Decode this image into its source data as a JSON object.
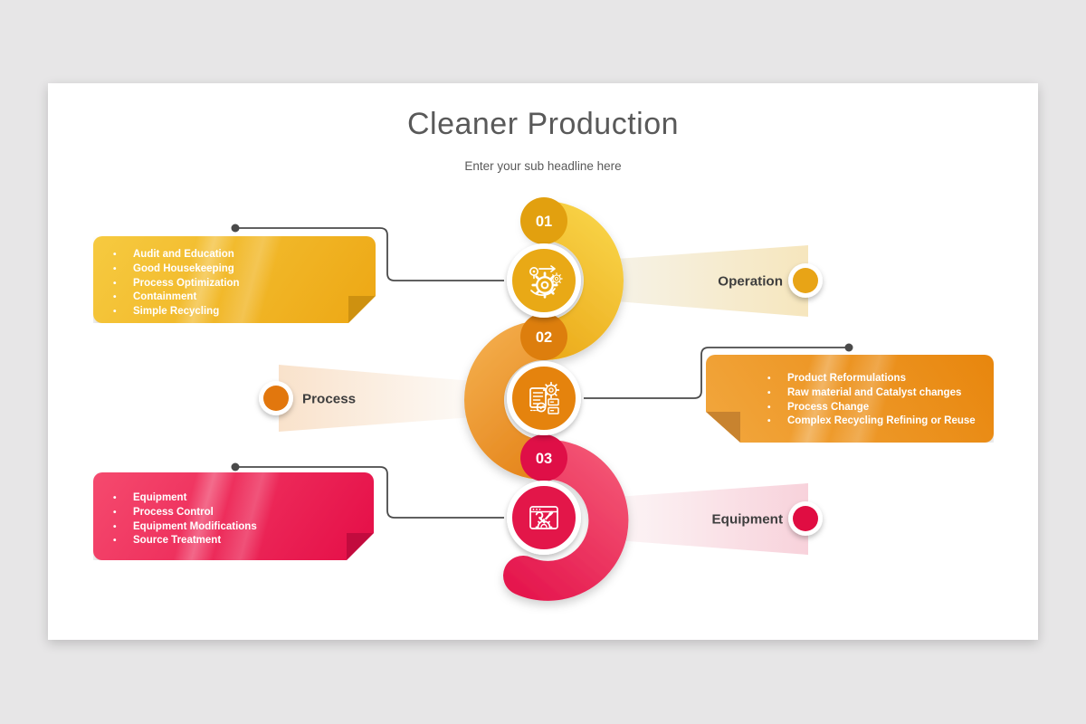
{
  "background_color": "#E7E6E7",
  "slide": {
    "title": "Cleaner Production",
    "subtitle": "Enter your sub headline here"
  },
  "items": [
    {
      "number": "01",
      "label": "Operation",
      "icon": "gears-workflow-arrow-icon",
      "accent_color": "#E8A416",
      "band_gradient": [
        "#F8D246",
        "#E79D0C"
      ],
      "bullets": [
        "Audit and Education",
        "Good Housekeeping",
        "Process Optimization",
        "Containment",
        "Simple Recycling"
      ]
    },
    {
      "number": "02",
      "label": "Process",
      "icon": "document-gear-checklist-icon",
      "accent_color": "#E2770E",
      "band_gradient": [
        "#F3AC4A",
        "#E0770A"
      ],
      "bullets": [
        "Product Reformulations",
        "Raw material and Catalyst changes",
        "Process Change",
        "Complex Recycling Refining or Reuse"
      ]
    },
    {
      "number": "03",
      "label": "Equipment",
      "icon": "window-tools-icon",
      "accent_color": "#E01043",
      "band_gradient": [
        "#F35674",
        "#E30D48"
      ],
      "bullets": [
        "Equipment",
        "Process Control",
        "Equipment Modifications",
        "Source Treatment"
      ]
    }
  ]
}
